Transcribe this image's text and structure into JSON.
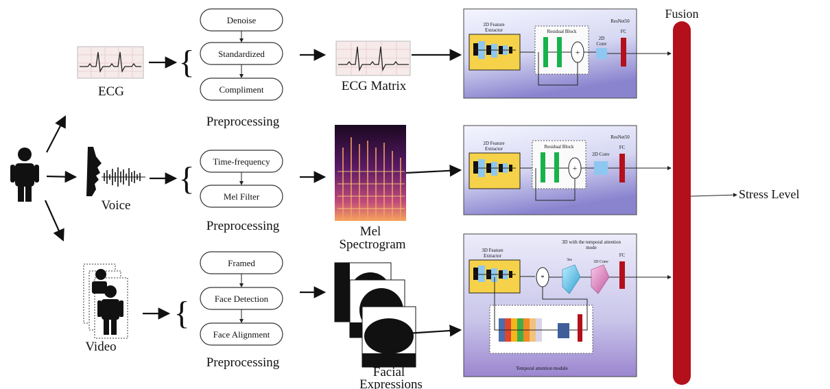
{
  "inputs": {
    "ecg_label": "ECG",
    "voice_label": "Voice",
    "video_label": "Video"
  },
  "preprocessing": {
    "ecg_steps": [
      "Denoise",
      "Standardized",
      "Compliment"
    ],
    "voice_steps": [
      "Time-frequency",
      "Mel Filter"
    ],
    "video_steps": [
      "Framed",
      "Face Detection",
      "Face Alignment"
    ],
    "label": "Preprocessing"
  },
  "features": {
    "ecg": "ECG Matrix",
    "voice_line1": "Mel",
    "voice_line2": "Spectrogram",
    "video_line1": "Facial",
    "video_line2": "Expressions"
  },
  "ecg_panel": {
    "extractor_line1": "2D Feature",
    "extractor_line2": "Extractor",
    "residual": "Residual Block",
    "model": "ResNet50",
    "conv_line1": "2D",
    "conv_line2": "Conv",
    "fc": "FC"
  },
  "voice_panel": {
    "extractor_line1": "2D Feature",
    "extractor_line2": "Extractor",
    "residual": "Residual Block",
    "model": "ResNet50",
    "conv": "2D Conv",
    "fc": "FC"
  },
  "video_panel": {
    "extractor_line1": "3D Feature",
    "extractor_line2": "Extractor",
    "title_line1": "3D with the temporal attention",
    "title_line2": "mode",
    "op_left": "3ss",
    "conv": "3D Conv",
    "fc": "FC",
    "module": "Temporal attention module"
  },
  "fusion": {
    "label": "Fusion",
    "output": "Stress Level"
  },
  "colors": {
    "fusion_bar": "#b3101b",
    "extractor": "#f6d24a",
    "residual_green": "#17b34a",
    "conv_blue": "#8ec7ef",
    "fc_red": "#b3101b",
    "panel_top": "#f4f5ff",
    "panel_bottom": "#7b74c7"
  }
}
